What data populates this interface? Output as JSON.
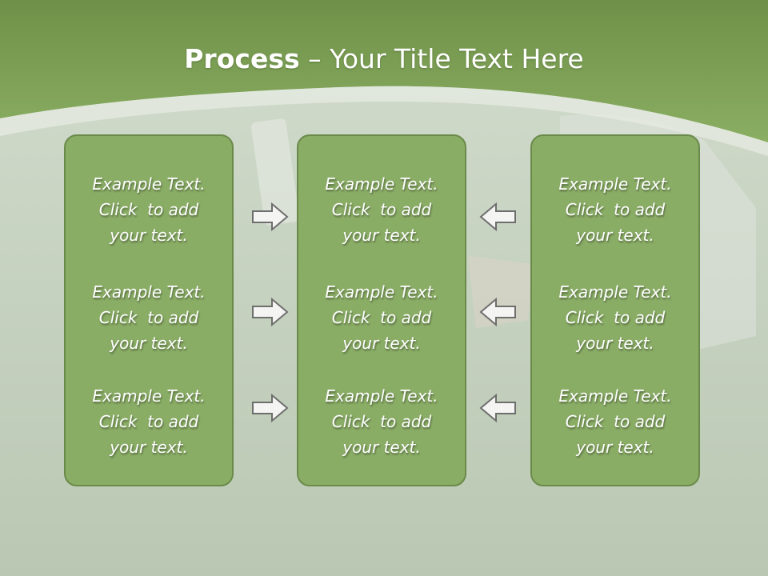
{
  "title": {
    "bold": "Process",
    "rest": " – Your Title Text Here"
  },
  "columns": [
    {
      "items": [
        {
          "lines": [
            "Example Text.",
            "Click  to add",
            "your text."
          ]
        },
        {
          "lines": [
            "Example Text.",
            "Click  to add",
            "your text."
          ]
        },
        {
          "lines": [
            "Example Text.",
            "Click  to add",
            "your text."
          ]
        }
      ]
    },
    {
      "items": [
        {
          "lines": [
            "Example Text.",
            "Click  to add",
            "your text."
          ]
        },
        {
          "lines": [
            "Example Text.",
            "Click  to add",
            "your text."
          ]
        },
        {
          "lines": [
            "Example Text.",
            "Click  to add",
            "your text."
          ]
        }
      ]
    },
    {
      "items": [
        {
          "lines": [
            "Example Text.",
            "Click  to add",
            "your text."
          ]
        },
        {
          "lines": [
            "Example Text.",
            "Click  to add",
            "your text."
          ]
        },
        {
          "lines": [
            "Example Text.",
            "Click  to add",
            "your text."
          ]
        }
      ]
    }
  ],
  "arrows": {
    "left_group": "arrow-right-icon",
    "right_group": "arrow-left-icon"
  },
  "colors": {
    "header": "#7fa35a",
    "box_fill": "#8aad66",
    "box_border": "#6a8a4a",
    "text": "#ffffff"
  }
}
